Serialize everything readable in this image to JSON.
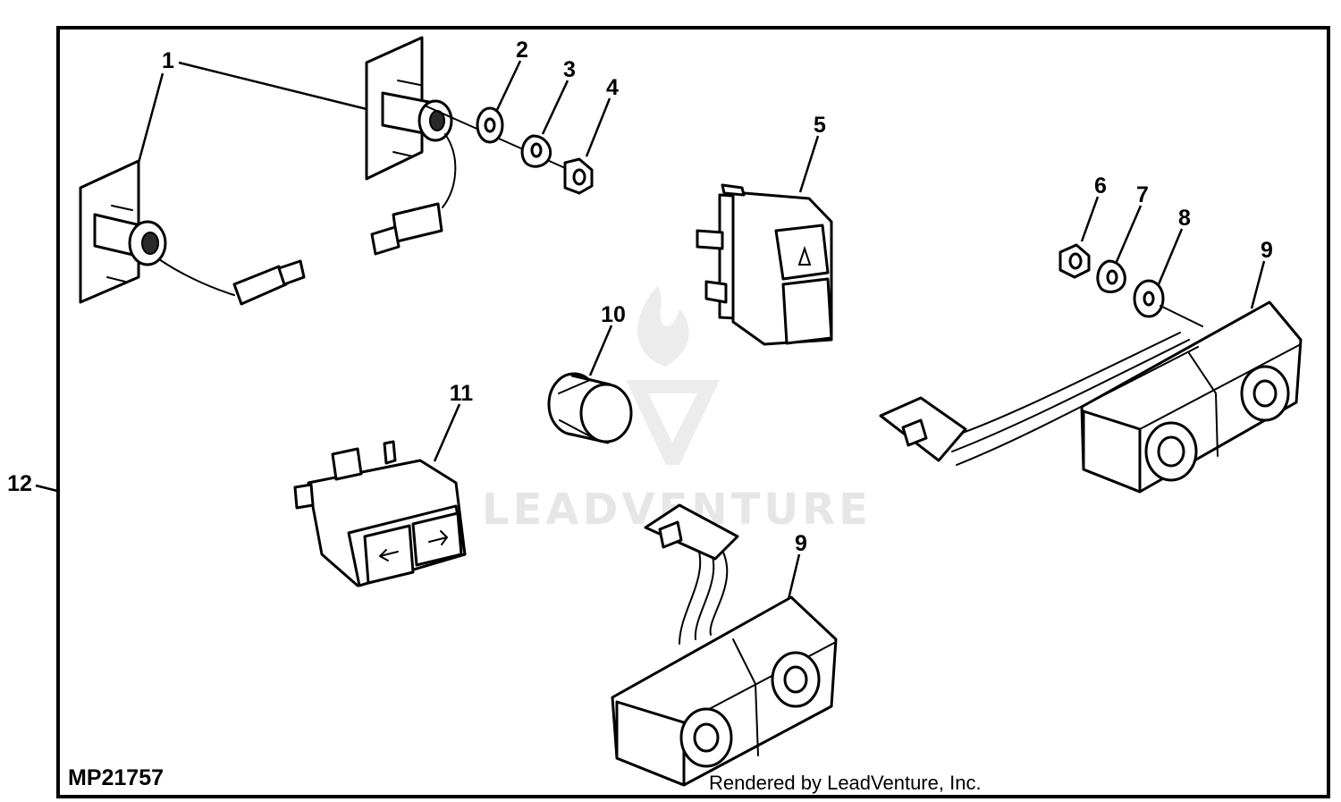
{
  "figure": {
    "id_label": "MP21757",
    "credit": "Rendered by LeadVenture, Inc.",
    "watermark": "LEADVENTURE"
  },
  "callouts": [
    {
      "key": "1a",
      "label": "1"
    },
    {
      "key": "2",
      "label": "2"
    },
    {
      "key": "3",
      "label": "3"
    },
    {
      "key": "4",
      "label": "4"
    },
    {
      "key": "5",
      "label": "5"
    },
    {
      "key": "6",
      "label": "6"
    },
    {
      "key": "7",
      "label": "7"
    },
    {
      "key": "8",
      "label": "8"
    },
    {
      "key": "9a",
      "label": "9"
    },
    {
      "key": "9b",
      "label": "9"
    },
    {
      "key": "10",
      "label": "10"
    },
    {
      "key": "11",
      "label": "11"
    },
    {
      "key": "12",
      "label": "12"
    }
  ],
  "colors": {
    "line": "#000000",
    "background": "#ffffff",
    "watermark": "#e6e6e6"
  }
}
